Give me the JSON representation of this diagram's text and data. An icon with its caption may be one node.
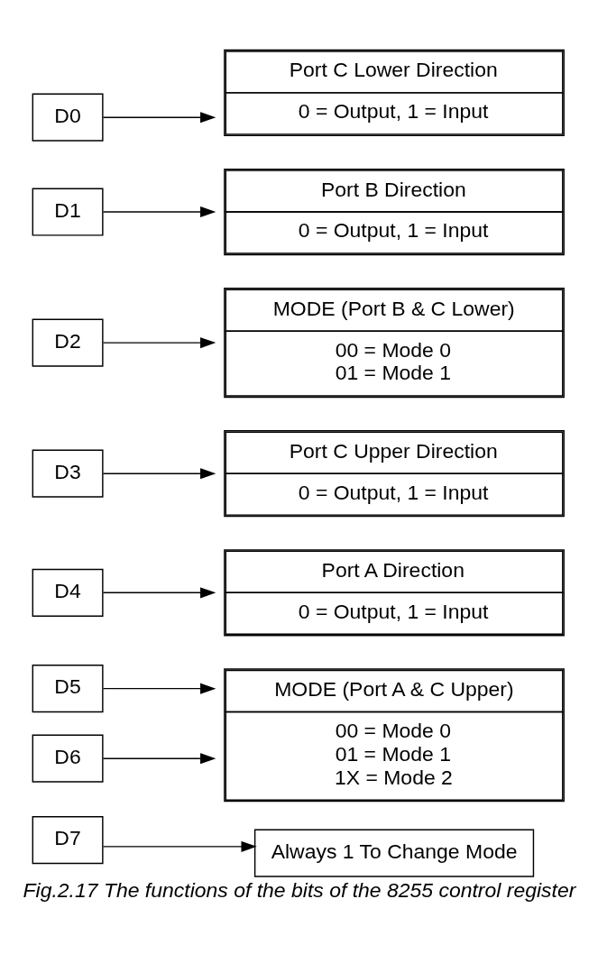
{
  "diagram": {
    "caption": "Fig.2.17 The functions of the bits of the 8255 control register",
    "nodes": [
      {
        "text": [
          "D0"
        ]
      },
      {
        "text": [
          "D1"
        ]
      },
      {
        "text": [
          "D2"
        ]
      },
      {
        "text": [
          "D3"
        ]
      },
      {
        "text": [
          "D4"
        ]
      },
      {
        "text": [
          "D5"
        ]
      },
      {
        "text": [
          "D6"
        ]
      },
      {
        "text": [
          "D7"
        ]
      },
      {
        "text": [
          "Port C Lower Direction",
          "0 = Output, 1 = Input"
        ]
      },
      {
        "text": [
          "Port B Direction",
          "0 = Output, 1 = Input"
        ]
      },
      {
        "text": [
          "MODE (Port B & C Lower)",
          "00 = Mode 0",
          "01 = Mode 1"
        ]
      },
      {
        "text": [
          "Port C Upper Direction",
          "0 = Output, 1 = Input"
        ]
      },
      {
        "text": [
          "Port A Direction",
          "0 = Output, 1 = Input"
        ]
      },
      {
        "text": [
          "MODE (Port A & C Upper)",
          "00 = Mode 0",
          "01 = Mode 1",
          "1X = Mode 2"
        ]
      },
      {
        "text": [
          "Always 1 To Change Mode"
        ]
      }
    ],
    "edges": [
      {
        "from": 0,
        "to": 8,
        "arrow": "to"
      },
      {
        "from": 1,
        "to": 9,
        "arrow": "to"
      },
      {
        "from": 2,
        "to": 10,
        "arrow": "to"
      },
      {
        "from": 3,
        "to": 11,
        "arrow": "to"
      },
      {
        "from": 4,
        "to": 12,
        "arrow": "to"
      },
      {
        "from": 5,
        "to": 13,
        "arrow": "to"
      },
      {
        "from": 6,
        "to": 13,
        "arrow": "to"
      },
      {
        "from": 7,
        "to": 14,
        "arrow": "to"
      }
    ]
  }
}
